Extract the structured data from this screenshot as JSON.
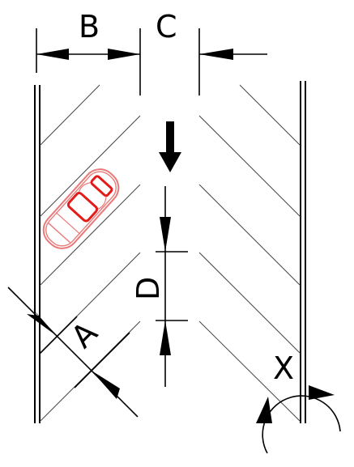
{
  "diagram": {
    "labels": {
      "a": "A",
      "b": "B",
      "c": "C",
      "d": "D",
      "x": "X"
    },
    "colors": {
      "car": "#e21b1b",
      "car_outline": "#e87a7a",
      "lines": "#000000",
      "stall_lines": "#444444"
    },
    "icons": {
      "car": "car-top-view-icon",
      "traffic_direction": "arrow-down-icon"
    }
  }
}
